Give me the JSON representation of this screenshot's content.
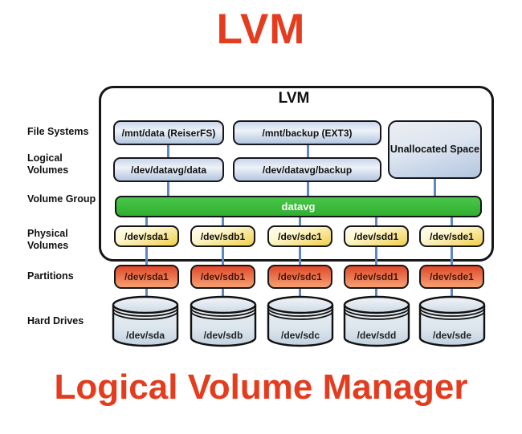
{
  "page": {
    "title_top": "LVM",
    "title_bottom": "Logical Volume Manager"
  },
  "diagram": {
    "box_title": "LVM",
    "row_labels": {
      "file_systems": "File Systems",
      "logical_volumes": "Logical Volumes",
      "volume_group": "Volume Group",
      "physical_volumes": "Physical Volumes",
      "partitions": "Partitions",
      "hard_drives": "Hard Drives"
    },
    "file_systems": [
      "/mnt/data (ReiserFS)",
      "/mnt/backup (EXT3)"
    ],
    "unallocated_space": "Unallocated Space",
    "logical_volumes": [
      "/dev/datavg/data",
      "/dev/datavg/backup"
    ],
    "volume_group": "datavg",
    "physical_volumes": [
      "/dev/sda1",
      "/dev/sdb1",
      "/dev/sdc1",
      "/dev/sdd1",
      "/dev/sde1"
    ],
    "partitions": [
      "/dev/sda1",
      "/dev/sdb1",
      "/dev/sdc1",
      "/dev/sdd1",
      "/dev/sde1"
    ],
    "hard_drives": [
      "/dev/sda",
      "/dev/sdb",
      "/dev/sdc",
      "/dev/sdd",
      "/dev/sde"
    ]
  },
  "colors": {
    "accent": "#e43c1e",
    "connector_blue": "#5c88c0",
    "vg_green_top": "#4ac74a",
    "vg_green_bottom": "#2fae2f",
    "box_blue_top": "#c9d6ea",
    "box_blue_mid": "#eef2f8",
    "box_blue_bottom": "#b3c6e0",
    "pv_yellow_top": "#fdf7d0",
    "pv_yellow_bottom": "#f0cf4a",
    "part_red_top": "#e0482a",
    "part_red_bottom": "#f5a173"
  }
}
